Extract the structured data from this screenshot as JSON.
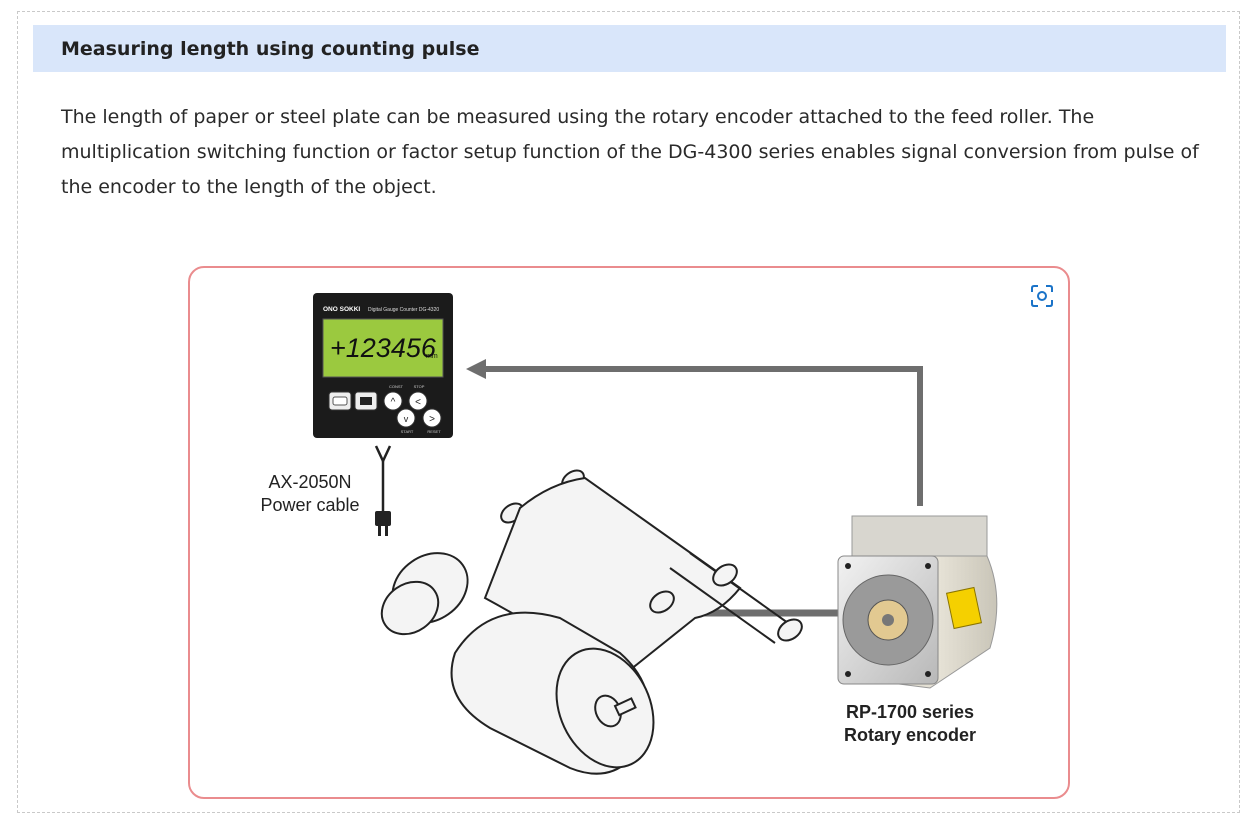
{
  "section": {
    "title": "Measuring length using counting pulse",
    "paragraph": "The length of paper or steel plate can be measured using the rotary encoder attached to the feed roller. The multiplication switching function or factor setup function of the DG-4300 series enables signal conversion from pulse of the encoder to the length of the object."
  },
  "figure": {
    "counter_brand": "ONO SOKKI",
    "counter_model": "Digital Gauge Counter DG-4320",
    "display_value": "+123456",
    "display_unit": "mm",
    "button_labels": [
      "CONST",
      "STOP",
      "START",
      "RESET"
    ],
    "power_cable_label_1": "AX-2050N",
    "power_cable_label_2": "Power cable",
    "encoder_label_1": "RP-1700 series",
    "encoder_label_2": "Rotary encoder",
    "expand_icon": "expand-screenshot-icon",
    "colors": {
      "header_bg": "#d9e6fa",
      "figure_border": "#ea8c8e",
      "lcd": "#9bc93f",
      "arrow": "#6e6e6e",
      "expand_icon": "#1a73c8"
    }
  }
}
